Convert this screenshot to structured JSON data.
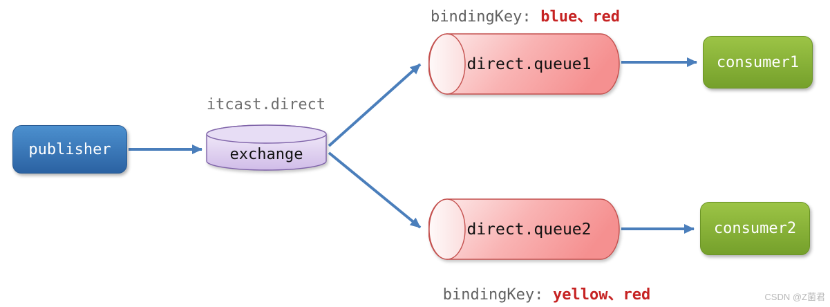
{
  "diagram": {
    "title": "itcast.direct",
    "nodes": {
      "publisher": {
        "label": "publisher"
      },
      "exchange": {
        "label": "exchange"
      },
      "queue1": {
        "label": "direct.queue1"
      },
      "queue2": {
        "label": "direct.queue2"
      },
      "consumer1": {
        "label": "consumer1"
      },
      "consumer2": {
        "label": "consumer2"
      }
    },
    "bindings": {
      "queue1": {
        "prefix": "bindingKey:",
        "keys": "blue、red"
      },
      "queue2": {
        "prefix": "bindingKey:",
        "keys": "yellow、red"
      }
    },
    "colors": {
      "arrow": "#4A7EBB",
      "publisher_fill": "#3578BE",
      "consumer_fill": "#89B33A",
      "queue_fill": "#F59393",
      "queue_stroke": "#C4504E",
      "exchange_fill": "#D9C7EC",
      "exchange_stroke": "#7E62A8",
      "binding_key_text": "#C62323",
      "muted_text": "#6E6E6E"
    },
    "watermark": "CSDN @Z菌君"
  }
}
